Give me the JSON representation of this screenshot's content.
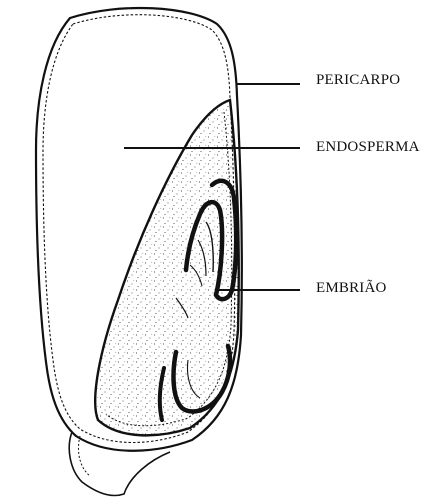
{
  "diagram": {
    "labels": {
      "pericarpo": "PERICARPO",
      "endosperma": "ENDOSPERMA",
      "embriao": "EMBRIÃO"
    },
    "colors": {
      "ink": "#111111",
      "background": "#ffffff"
    }
  }
}
